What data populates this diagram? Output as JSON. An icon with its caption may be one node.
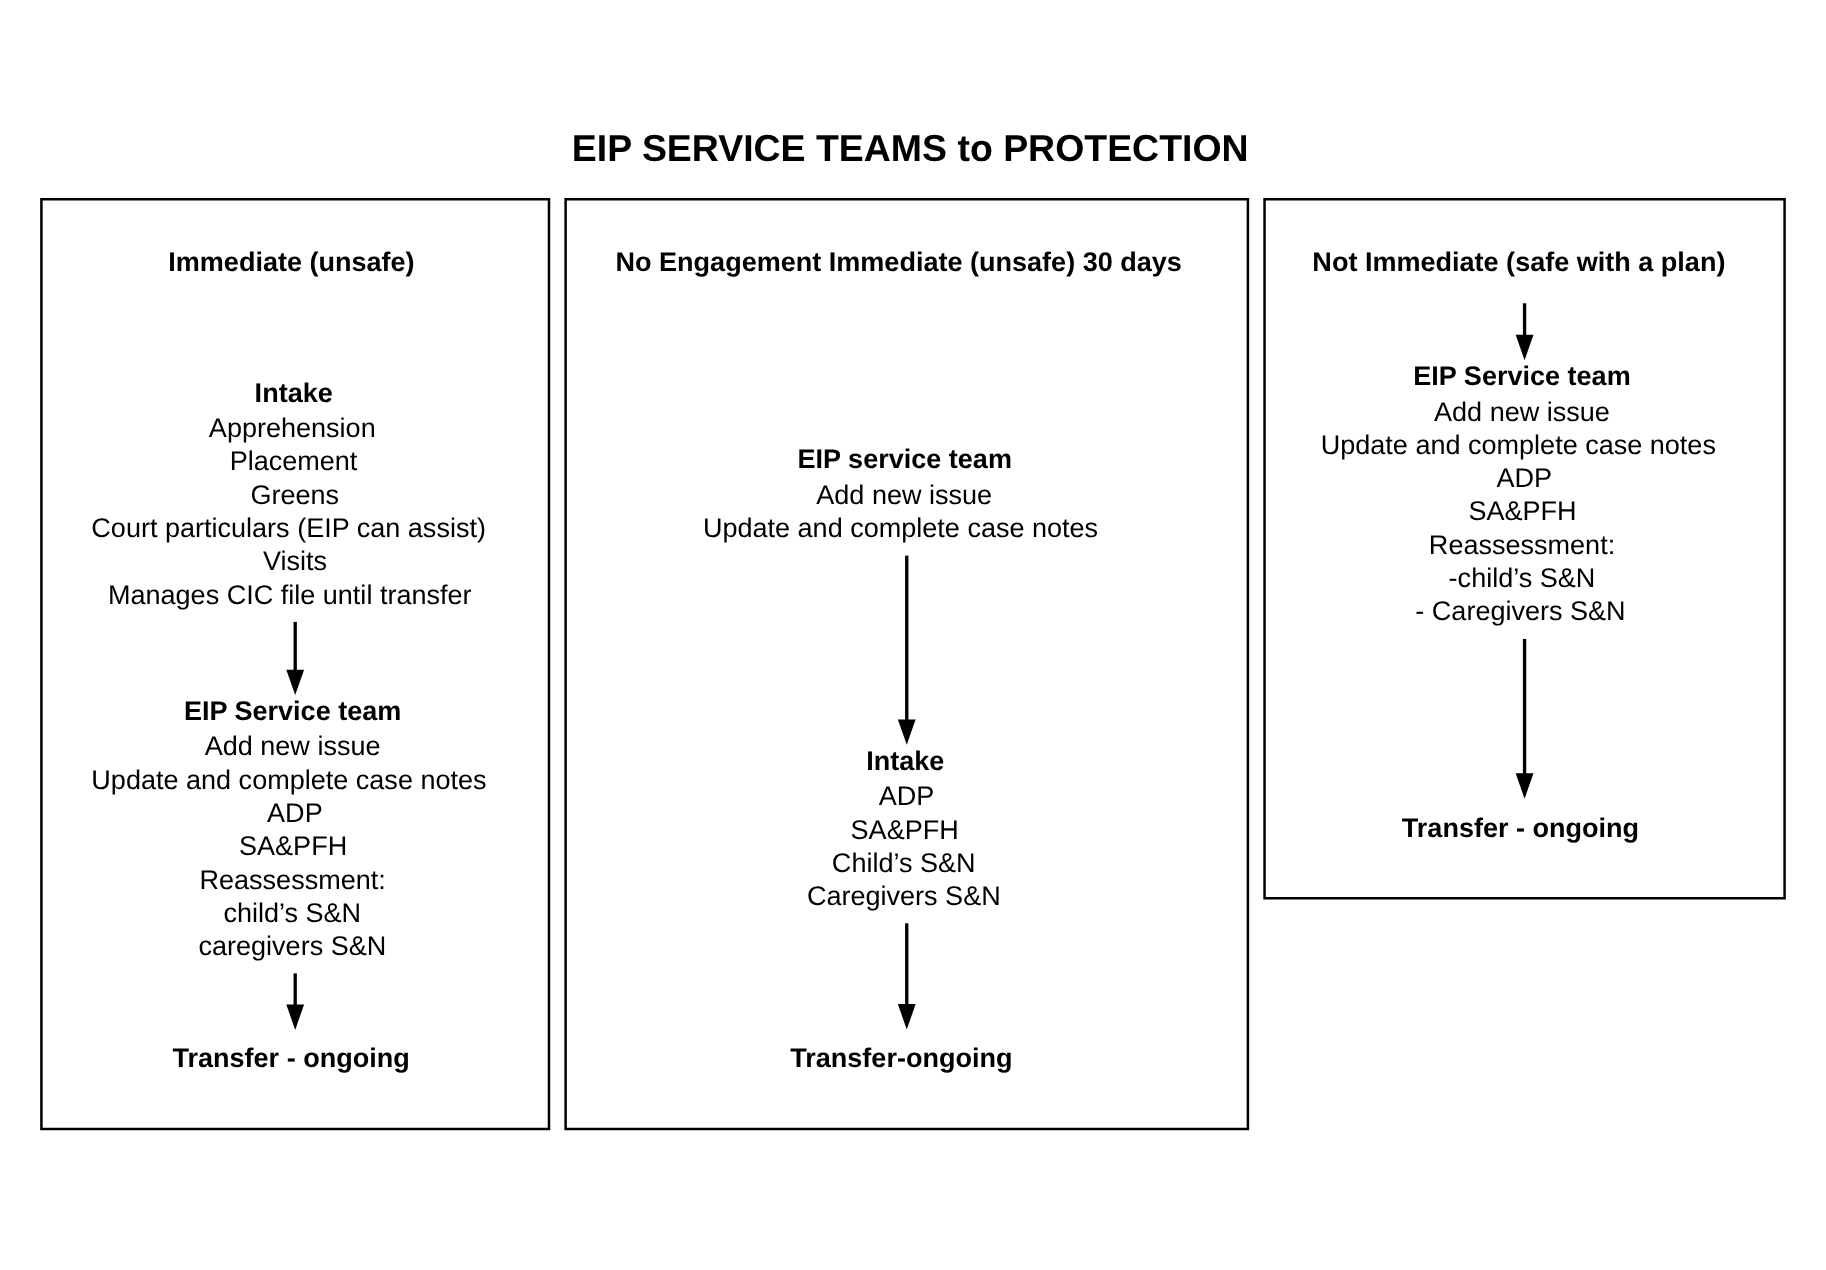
{
  "diagram": {
    "title": "EIP SERVICE TEAMS to PROTECTION",
    "nodes": [
      {
        "text": [],
        "shape": "box"
      },
      {
        "text": [
          "Immediate (unsafe)"
        ],
        "in": 0
      },
      {
        "text": [
          "Intake",
          "Apprehension",
          "Placement",
          "Greens",
          "Court particulars (EIP can assist)",
          "Visits",
          "Manages CIC file until transfer"
        ],
        "in": 0
      },
      {
        "text": [
          "EIP Service team",
          "Add new issue",
          "Update and complete case notes",
          "ADP",
          "SA&PFH",
          "Reassessment:",
          "child’s S&N",
          "caregivers S&N"
        ],
        "in": 0
      },
      {
        "text": [
          "Transfer - ongoing"
        ],
        "in": 0
      },
      {
        "text": [],
        "shape": "box"
      },
      {
        "text": [
          "No Engagement Immediate (unsafe) 30 days"
        ],
        "in": 5
      },
      {
        "text": [
          "EIP service team",
          "Add new issue",
          "Update and complete case notes"
        ],
        "in": 5
      },
      {
        "text": [
          "Intake",
          "ADP",
          "SA&PFH",
          "Child’s S&N",
          "Caregivers S&N"
        ],
        "in": 5
      },
      {
        "text": [
          "Transfer-ongoing"
        ],
        "in": 5
      },
      {
        "text": [],
        "shape": "box"
      },
      {
        "text": [
          "Not Immediate (safe with a plan)"
        ],
        "in": 10
      },
      {
        "text": [
          "EIP Service team",
          "Add new issue",
          "Update and complete case notes",
          "ADP",
          "SA&PFH",
          "Reassessment:",
          "-child’s S&N",
          "- Caregivers S&N"
        ],
        "in": 10
      },
      {
        "text": [
          "Transfer - ongoing"
        ],
        "in": 10
      }
    ],
    "edges": [
      {
        "from": 2,
        "to": 3,
        "arrow": "to"
      },
      {
        "from": 3,
        "to": 4,
        "arrow": "to"
      },
      {
        "from": 7,
        "to": 8,
        "arrow": "to"
      },
      {
        "from": 8,
        "to": 9,
        "arrow": "to"
      },
      {
        "from": 11,
        "to": 12,
        "arrow": "to"
      },
      {
        "from": 12,
        "to": 13,
        "arrow": "to"
      }
    ]
  }
}
